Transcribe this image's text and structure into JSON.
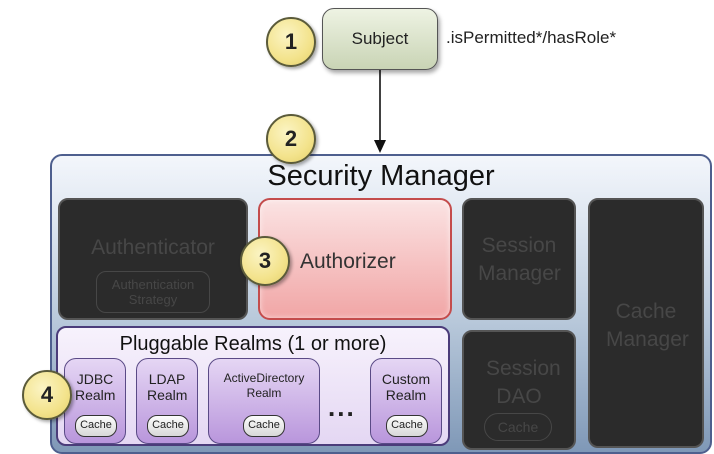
{
  "markers": {
    "one": "1",
    "two": "2",
    "three": "3",
    "four": "4"
  },
  "subject": {
    "label": "Subject",
    "methods": ".isPermitted*/hasRole*"
  },
  "security_manager": {
    "title": "Security Manager",
    "authenticator": {
      "label": "Authenticator",
      "strategy": "Authentication Strategy"
    },
    "authorizer": {
      "label": "Authorizer"
    },
    "session_manager": {
      "label": "Session Manager"
    },
    "cache_manager": {
      "label": "Cache Manager"
    },
    "session_dao": {
      "label": "Session DAO",
      "cache": "Cache"
    },
    "realms": {
      "title": "Pluggable Realms (1 or more)",
      "items": [
        {
          "label": "JDBC Realm",
          "cache": "Cache"
        },
        {
          "label": "LDAP Realm",
          "cache": "Cache"
        },
        {
          "label": "ActiveDirectory Realm",
          "cache": "Cache"
        },
        {
          "label": "Custom Realm",
          "cache": "Cache"
        }
      ],
      "ellipsis": "..."
    }
  },
  "colors": {
    "security_manager_border": "#4e5f8e",
    "authorizer_fill": "#f1a6a6",
    "realm_fill": "#b996dc",
    "marker_fill": "#f3e38c",
    "inactive_fill": "#2b2b2b"
  }
}
